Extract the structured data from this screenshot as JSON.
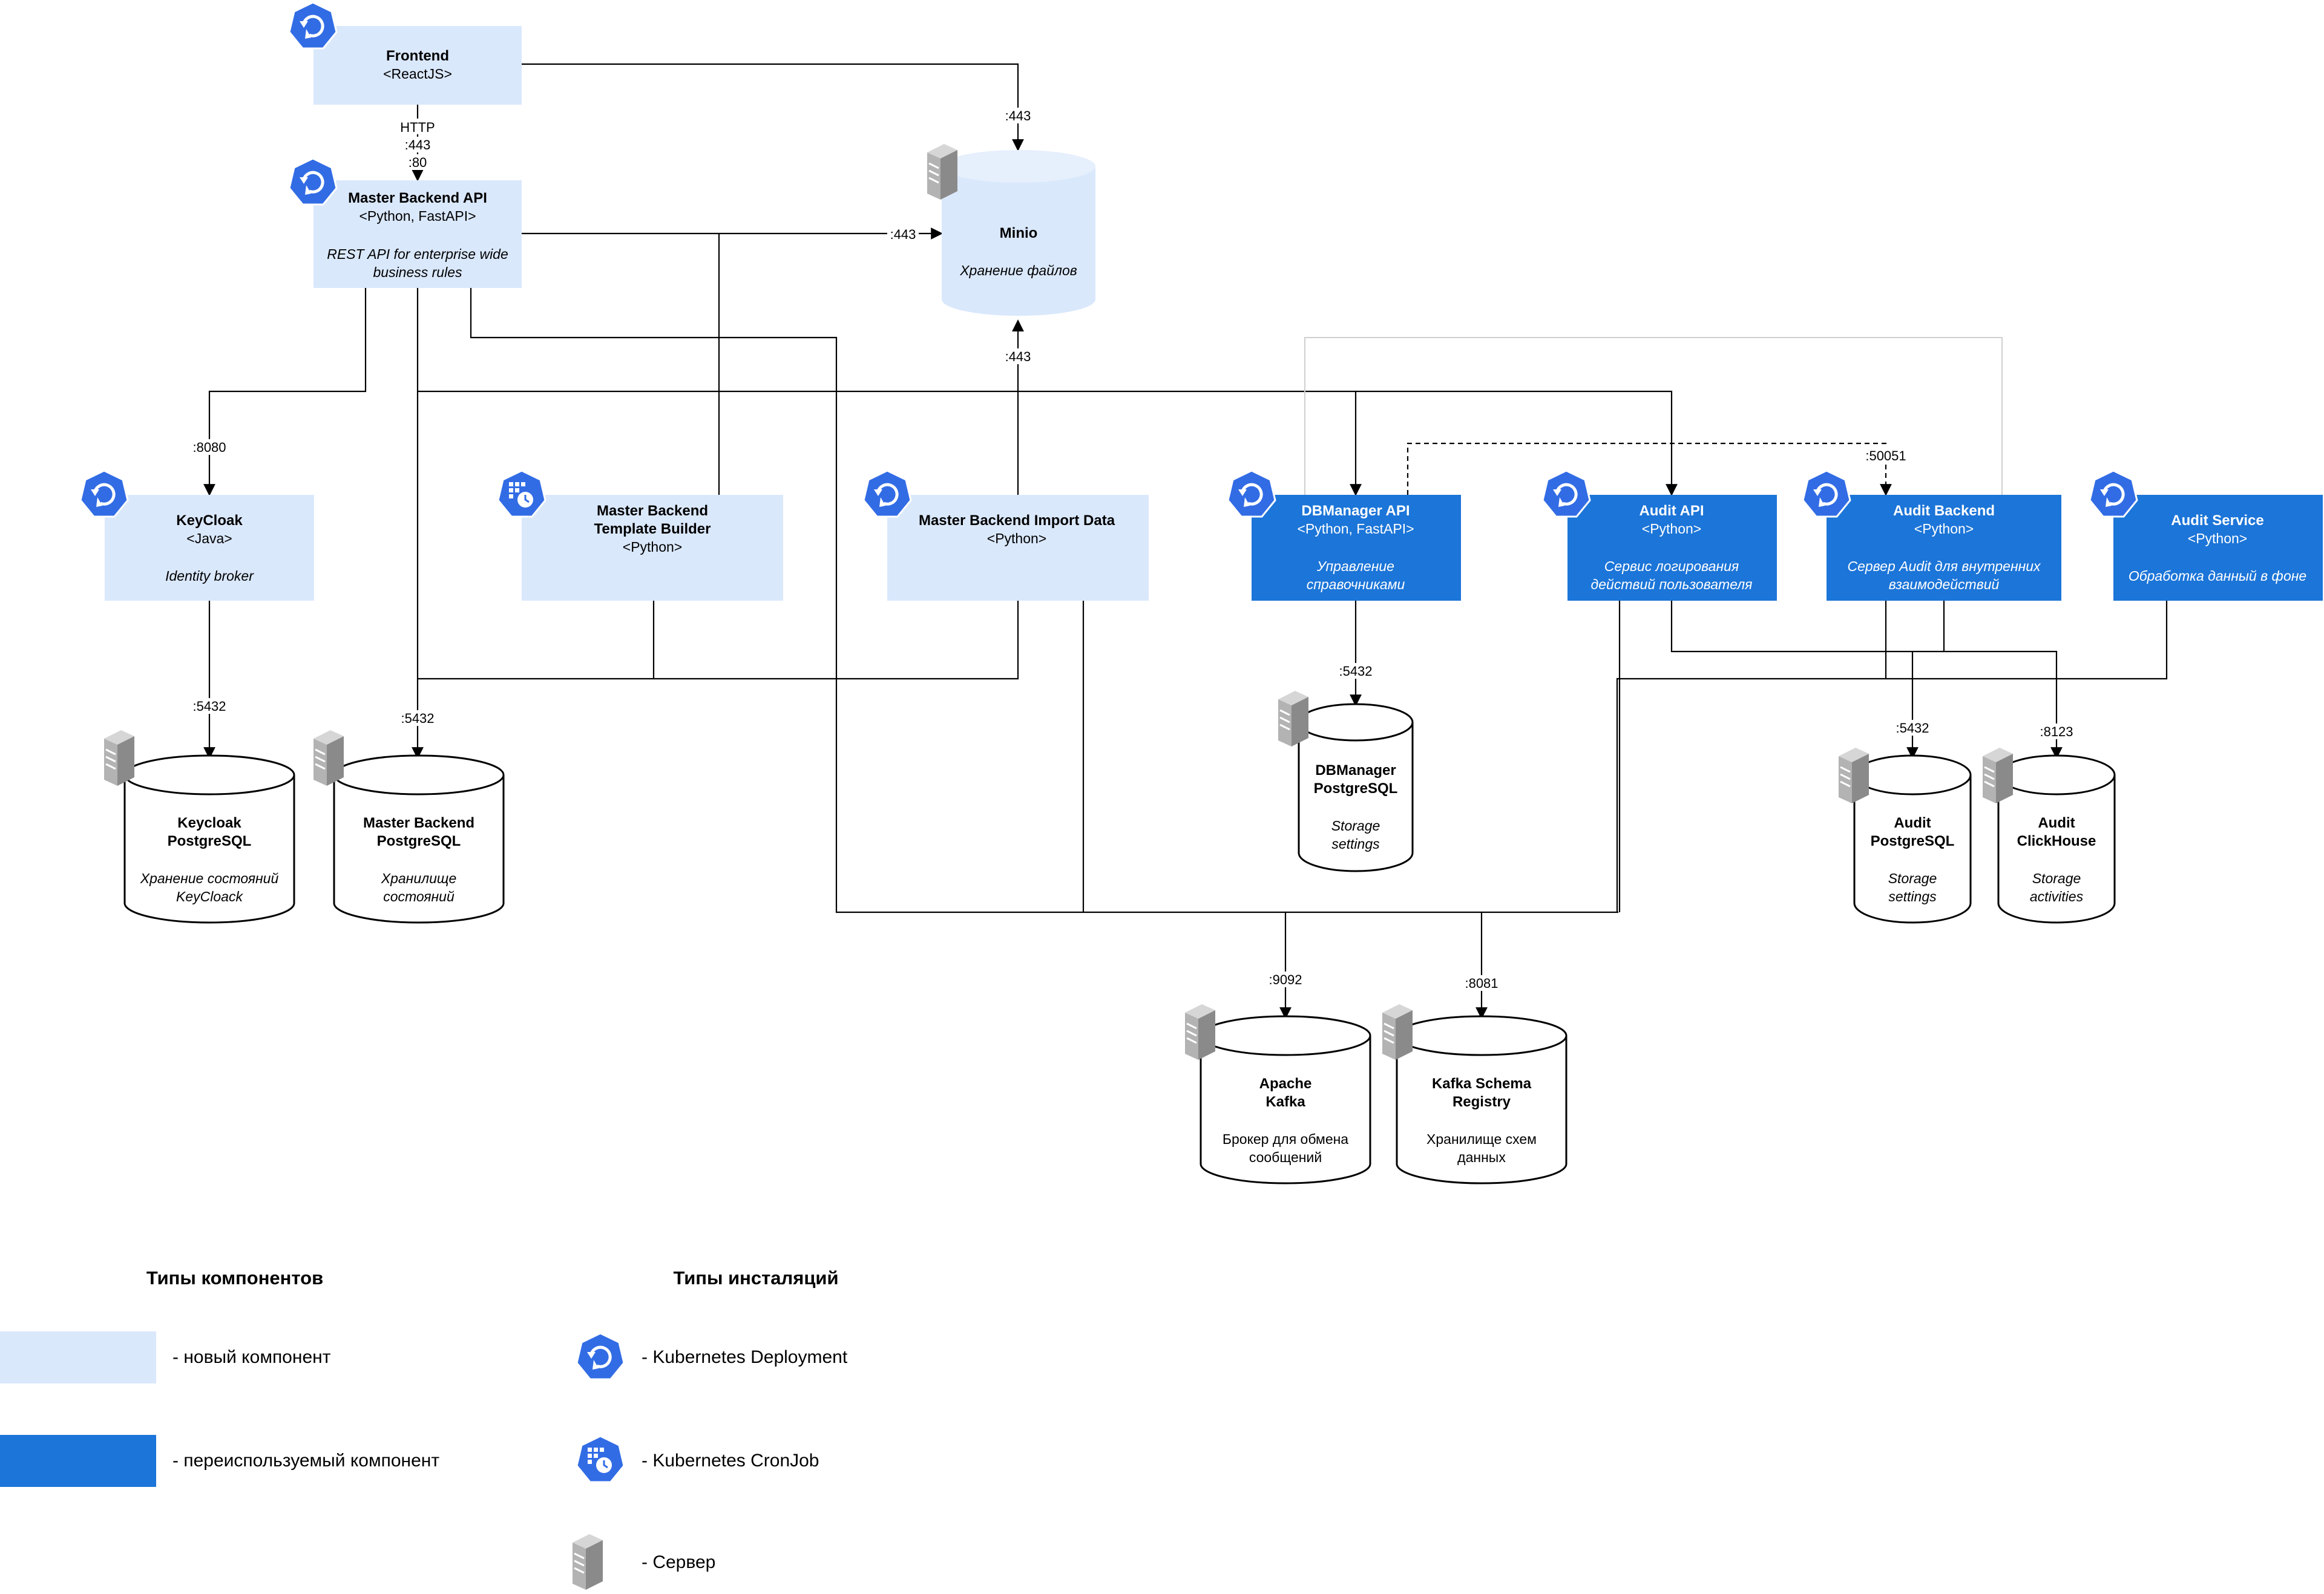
{
  "components": {
    "frontend": {
      "name": "Frontend",
      "tech": "<ReactJS>"
    },
    "master_backend_api": {
      "name": "Master Backend API",
      "tech": "<Python, FastAPI>",
      "desc1": "REST API for enterprise wide",
      "desc2": "business rules"
    },
    "keycloak": {
      "name": "KeyCloak",
      "tech": "<Java>",
      "desc": "Identity broker"
    },
    "template_builder": {
      "name1": "Master Backend",
      "name2": "Template Builder",
      "tech": "<Python>"
    },
    "import_data": {
      "name": "Master Backend Import Data",
      "tech": "<Python>"
    },
    "dbmanager_api": {
      "name": "DBManager API",
      "tech": "<Python, FastAPI>",
      "desc1": "Управление",
      "desc2": "справочниками"
    },
    "audit_api": {
      "name": "Audit API",
      "tech": "<Python>",
      "desc1": "Сервис логирования",
      "desc2": "действий пользователя"
    },
    "audit_backend": {
      "name": "Audit Backend",
      "tech": "<Python>",
      "desc1": "Сервер Audit для внутренних",
      "desc2": "взаимодействий"
    },
    "audit_service": {
      "name": "Audit Service",
      "tech": "<Python>",
      "desc": "Обработка данный в фоне"
    }
  },
  "databases": {
    "minio": {
      "name": "Minio",
      "desc": "Хранение файлов"
    },
    "keycloak_pg": {
      "name1": "Keycloak",
      "name2": "PostgreSQL",
      "desc1": "Хранение состояний",
      "desc2": "KeyCloack"
    },
    "master_pg": {
      "name1": "Master Backend",
      "name2": "PostgreSQL",
      "desc1": "Хранилище",
      "desc2": "состояний"
    },
    "dbmanager_pg": {
      "name1": "DBManager",
      "name2": "PostgreSQL",
      "desc1": "Storage",
      "desc2": "settings"
    },
    "audit_pg": {
      "name1": "Audit",
      "name2": "PostgreSQL",
      "desc1": "Storage",
      "desc2": "settings"
    },
    "audit_ch": {
      "name1": "Audit",
      "name2": "ClickHouse",
      "desc1": "Storage",
      "desc2": "activities"
    },
    "kafka": {
      "name1": "Apache",
      "name2": "Kafka",
      "desc1": "Брокер для обмена",
      "desc2": "сообщений"
    },
    "schema_registry": {
      "name1": "Kafka Schema",
      "name2": "Registry",
      "desc1": "Хранилище схем",
      "desc2": "данных"
    }
  },
  "ports": {
    "http": "HTTP",
    "p443_a": ":443",
    "p80": ":80",
    "p443_minio_top": ":443",
    "p443_minio_left": ":443",
    "p443_minio_bottom": ":443",
    "p8080": ":8080",
    "p5432_keycloak": ":5432",
    "p5432_master": ":5432",
    "p5432_dbmanager": ":5432",
    "p50051": ":50051",
    "p5432_audit": ":5432",
    "p8123": ":8123",
    "p9092": ":9092",
    "p8081": ":8081"
  },
  "legend": {
    "types_title": "Типы компонентов",
    "install_title": "Типы инсталяций",
    "new_component": "- новый компонент",
    "reused_component": "- переиспользуемый  компонент",
    "k8s_deployment": "- Kubernetes Deployment",
    "k8s_cronjob": "- Kubernetes CronJob",
    "server": "- Сервер"
  },
  "colors": {
    "new_component": "#dae8fc",
    "reused_component": "#1c75d8",
    "k8s_icon": "#326ce5",
    "server_icon": "#9e9e9e"
  },
  "icons": [
    "kubernetes-deployment-icon",
    "kubernetes-cronjob-icon",
    "server-icon"
  ]
}
